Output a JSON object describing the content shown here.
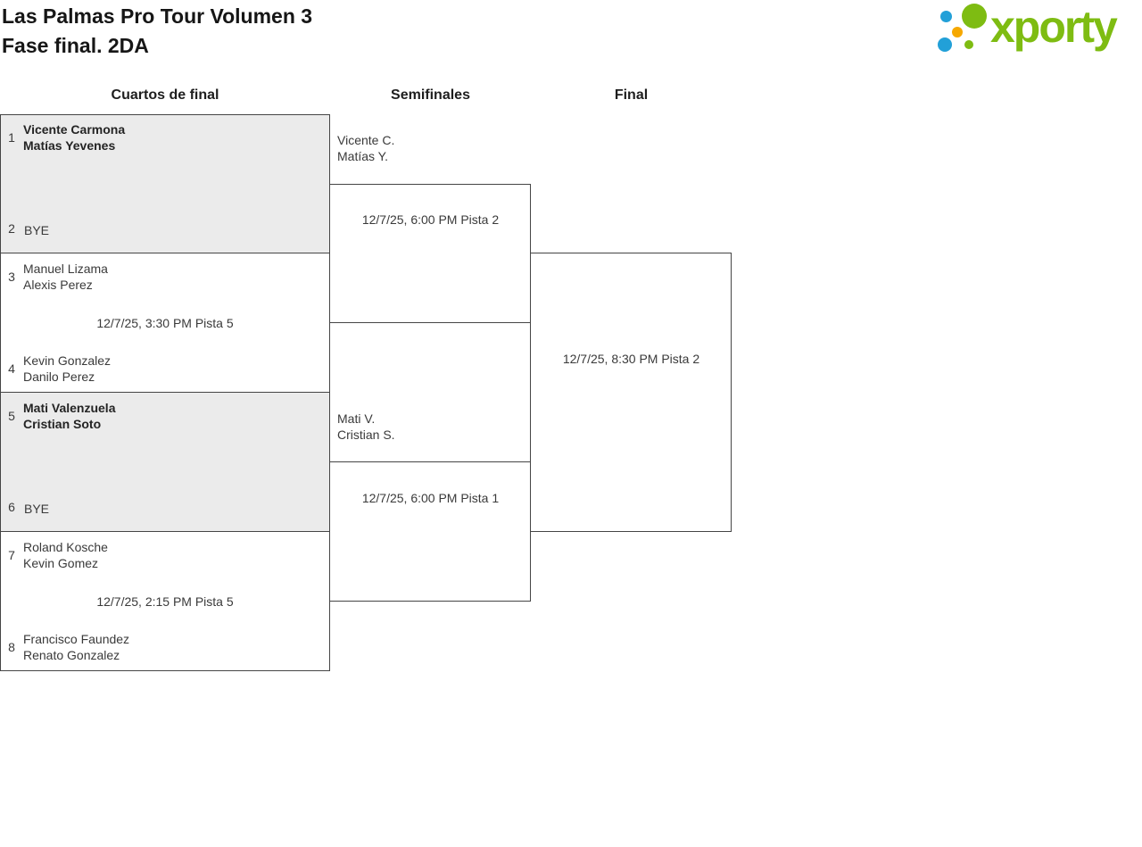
{
  "header": {
    "title": "Las Palmas Pro Tour Volumen 3",
    "subtitle": "Fase final. 2DA"
  },
  "logo": {
    "text": "xporty"
  },
  "colors": {
    "brand-green": "#7ebc12",
    "brand-blue": "#22a0d8",
    "brand-orange": "#f6a800",
    "bye-bg": "#ebebeb",
    "line": "#454545",
    "ink": "#3a3a3a"
  },
  "rounds": [
    {
      "label": "Cuartos de final"
    },
    {
      "label": "Semifinales"
    },
    {
      "label": "Final"
    }
  ],
  "quarterfinals": [
    {
      "seed1": "1",
      "team1_line1": "Vicente Carmona",
      "team1_line2": "Matías Yevenes",
      "seed2": "2",
      "team2_line1": "BYE",
      "team2_line2": "",
      "info": ""
    },
    {
      "seed1": "3",
      "team1_line1": "Manuel Lizama",
      "team1_line2": "Alexis Perez",
      "seed2": "4",
      "team2_line1": "Kevin Gonzalez",
      "team2_line2": "Danilo Perez",
      "info": "12/7/25, 3:30 PM Pista 5"
    },
    {
      "seed1": "5",
      "team1_line1": "Mati Valenzuela",
      "team1_line2": "Cristian Soto",
      "seed2": "6",
      "team2_line1": "BYE",
      "team2_line2": "",
      "info": ""
    },
    {
      "seed1": "7",
      "team1_line1": "Roland Kosche",
      "team1_line2": "Kevin Gomez",
      "seed2": "8",
      "team2_line1": "Francisco Faundez",
      "team2_line2": "Renato Gonzalez",
      "info": "12/7/25, 2:15 PM Pista 5"
    }
  ],
  "semifinals": [
    {
      "team1_line1": "Vicente C.",
      "team1_line2": "Matías Y.",
      "info": "12/7/25, 6:00 PM Pista 2"
    },
    {
      "team1_line1": "Mati V.",
      "team1_line2": "Cristian S.",
      "info": "12/7/25, 6:00 PM Pista 1"
    }
  ],
  "final": {
    "info": "12/7/25, 8:30 PM Pista 2"
  }
}
